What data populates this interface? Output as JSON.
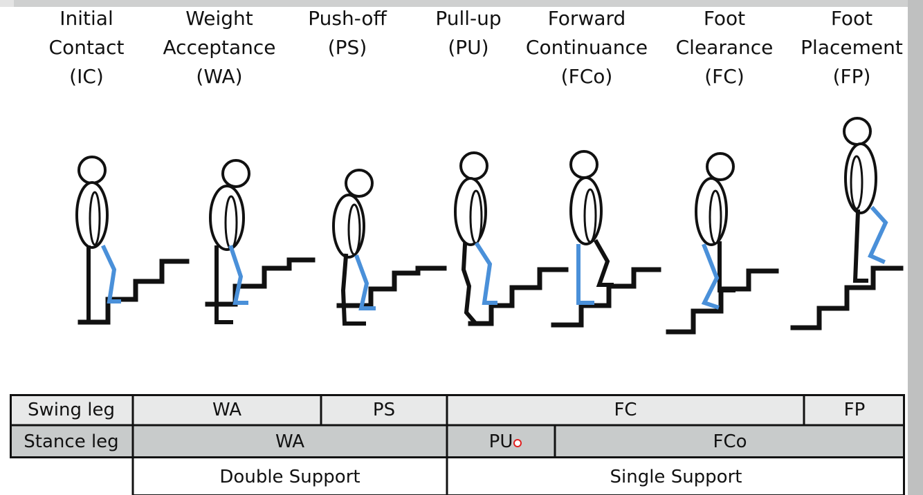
{
  "phases": [
    {
      "lines": [
        "Initial",
        "Contact",
        "(IC)"
      ]
    },
    {
      "lines": [
        "Weight",
        "Acceptance",
        "(WA)"
      ]
    },
    {
      "lines": [
        "Push-off",
        "(PS)"
      ]
    },
    {
      "lines": [
        "Pull-up",
        "(PU)"
      ]
    },
    {
      "lines": [
        "Forward",
        "Continuance",
        "(FCo)"
      ]
    },
    {
      "lines": [
        "Foot",
        "Clearance",
        "(FC)"
      ]
    },
    {
      "lines": [
        "Foot",
        "Placement",
        "(FP)"
      ]
    }
  ],
  "table": {
    "swing_header": "Swing leg",
    "stance_header": "Stance leg",
    "swing": [
      "WA",
      "PS",
      "FC",
      "FP"
    ],
    "stance": [
      "WA",
      "PU",
      "FCo"
    ],
    "support": [
      "Double Support",
      "Single Support"
    ]
  },
  "colors": {
    "highlight_leg": "#4a90d9",
    "stick": "#111111",
    "swing_row": "#e8e9e9",
    "stance_row": "#c8cbcb"
  }
}
